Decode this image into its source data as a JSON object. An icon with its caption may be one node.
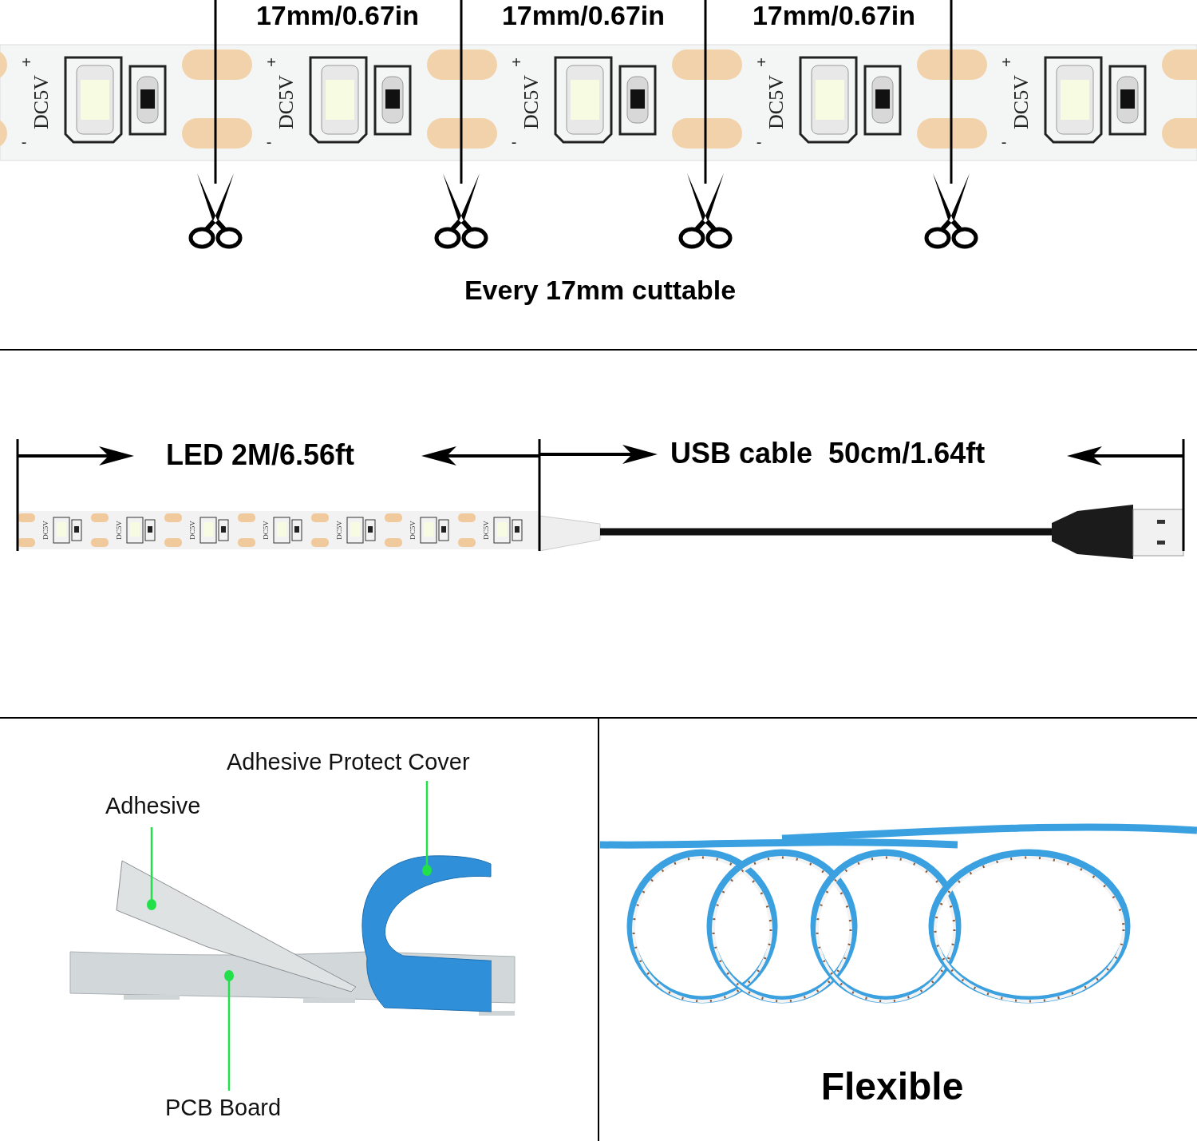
{
  "diagram": {
    "nodes": [
      {
        "text": [
          "Adhesive Protect Cover"
        ]
      },
      {
        "text": [
          "Adhesive"
        ]
      },
      {
        "text": [
          "PCB Board"
        ]
      },
      {
        "text": [],
        "shape": "picture"
      },
      {
        "text": [],
        "shape": "picture"
      },
      {
        "text": [],
        "shape": "picture"
      }
    ],
    "edges": [
      {
        "from": 0,
        "to": 3,
        "arrow": "other"
      },
      {
        "from": 1,
        "to": 4,
        "arrow": "other"
      },
      {
        "from": 2,
        "to": 5,
        "arrow": "other"
      }
    ],
    "labels": [
      "17mm/0.67in",
      "17mm/0.67in",
      "17mm/0.67in",
      "DC5V",
      "DC5V",
      "DC5V",
      "DC5V",
      "DC5V",
      "Every 17mm cuttable",
      "LED 2M/6.56ft",
      "USB cable  50cm/1.64ft",
      "DC5V",
      "DC5V",
      "DC5V",
      "DC5V",
      "DC5V",
      "DC5V",
      "DC5V",
      "Flexible",
      "+",
      "+",
      "+",
      "+",
      "+",
      "-",
      "-",
      "-",
      "-",
      "-"
    ]
  }
}
